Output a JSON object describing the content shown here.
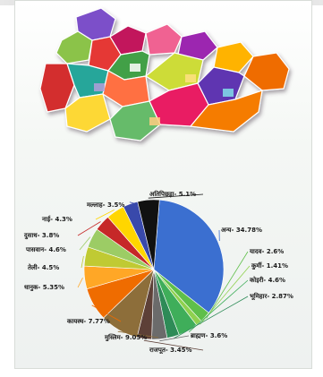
{
  "map": {
    "regions": [
      {
        "color": "#7b4fc9"
      },
      {
        "color": "#c2185b"
      },
      {
        "color": "#f06292"
      },
      {
        "color": "#8bc34a"
      },
      {
        "color": "#e53935"
      },
      {
        "color": "#9c27b0"
      },
      {
        "color": "#43a047"
      },
      {
        "color": "#ffb300"
      },
      {
        "color": "#ef6c00"
      },
      {
        "color": "#d32f2f"
      },
      {
        "color": "#26a69a"
      },
      {
        "color": "#cddc39"
      },
      {
        "color": "#ff7043"
      },
      {
        "color": "#5e35b1"
      },
      {
        "color": "#fdd835"
      },
      {
        "color": "#e91e63"
      },
      {
        "color": "#66bb6a"
      },
      {
        "color": "#f57c00"
      }
    ]
  },
  "chart_data": {
    "type": "pie",
    "slices": [
      {
        "label": "अन्य- 34.78%",
        "value": 34.78,
        "color": "#3b6fd0"
      },
      {
        "label": "यादव- 2.6%",
        "value": 2.6,
        "color": "#5fbf4a"
      },
      {
        "label": "कुर्मी- 1.41%",
        "value": 1.41,
        "color": "#8fd14f"
      },
      {
        "label": "कोइरी- 4.6%",
        "value": 4.6,
        "color": "#3fae5a"
      },
      {
        "label": "भूमिहार- 2.87%",
        "value": 2.87,
        "color": "#2e8b57"
      },
      {
        "label": "ब्राह्मण- 3.6%",
        "value": 3.6,
        "color": "#6b6b6b"
      },
      {
        "label": "राजपूत- 3.45%",
        "value": 3.45,
        "color": "#5d4037"
      },
      {
        "label": "मुस्लिम- 9.05%",
        "value": 9.05,
        "color": "#8d6e3a"
      },
      {
        "label": "कायस्थ- 7.77%",
        "value": 7.77,
        "color": "#ef6c00"
      },
      {
        "label": "धानुक- 5.35%",
        "value": 5.35,
        "color": "#ffa726"
      },
      {
        "label": "तेली- 4.5%",
        "value": 4.5,
        "color": "#c0ca33"
      },
      {
        "label": "पासवान- 4.6%",
        "value": 4.6,
        "color": "#9ccc65"
      },
      {
        "label": "दुसाध- 3.8%",
        "value": 3.8,
        "color": "#c62828"
      },
      {
        "label": "नाई- 4.3%",
        "value": 4.3,
        "color": "#ffd600"
      },
      {
        "label": "मल्लाह- 3.5%",
        "value": 3.5,
        "color": "#3949ab"
      },
      {
        "label": "अतिपिछड़ा- 5.1%",
        "value": 5.1,
        "color": "#111111"
      }
    ]
  }
}
